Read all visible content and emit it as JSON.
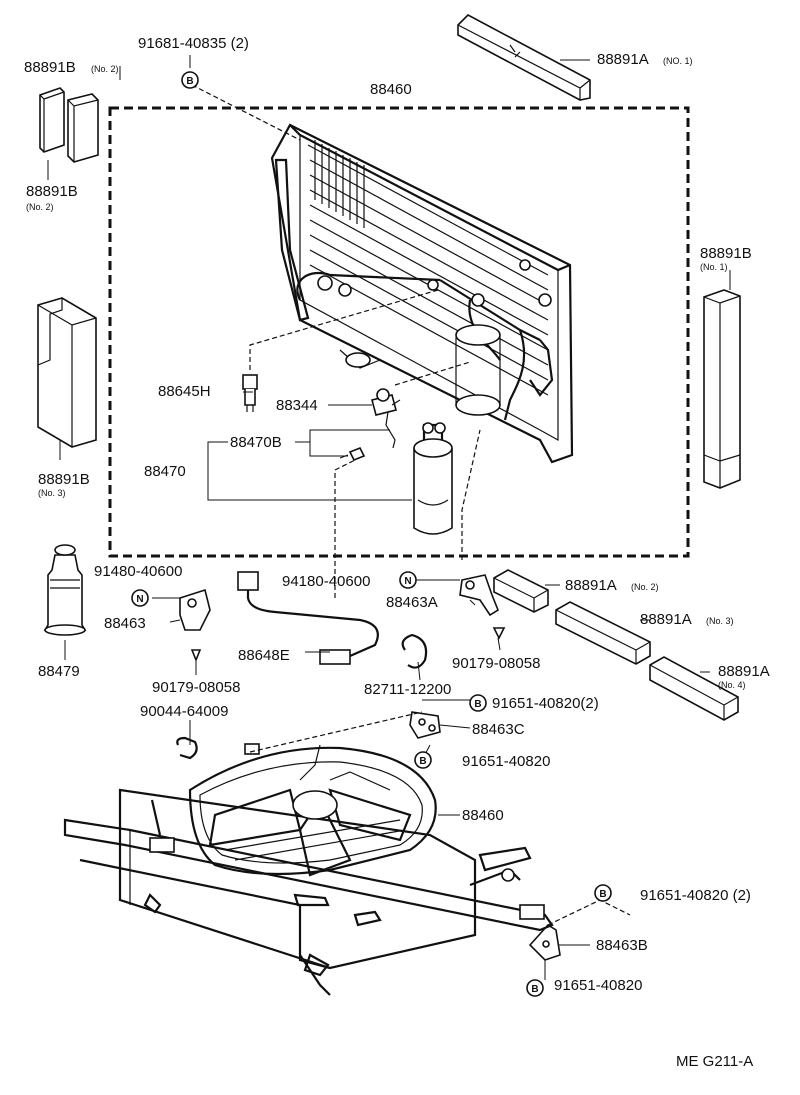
{
  "diagram": {
    "code": "ME G211-A",
    "labels": {
      "l_91681_40835": "91681-40835  (2)",
      "l_88891B_top": "88891B",
      "l_88891B_top_no": "(No. 2)",
      "l_88891A_no1": "88891A",
      "l_88891A_no1_no": "(NO. 1)",
      "l_88460_top": "88460",
      "l_88891B_left": "88891B",
      "l_88891B_left_no": "(No. 2)",
      "l_88891B_right": "88891B",
      "l_88891B_right_no": "(No. 1)",
      "l_88645H": "88645H",
      "l_88344": "88344",
      "l_88470B": "88470B",
      "l_88470": "88470",
      "l_88891B_no3": "88891B",
      "l_88891B_no3_no": "(No. 3)",
      "l_91480_40600": "91480-40600",
      "l_94180_40600": "94180-40600",
      "l_88891A_no2": "88891A",
      "l_88891A_no2_no": "(No. 2)",
      "l_88463A": "88463A",
      "l_88891A_no3": "88891A",
      "l_88891A_no3_no": "(No. 3)",
      "l_88463": "88463",
      "l_88479": "88479",
      "l_88648E": "88648E",
      "l_90179_08058_r": "90179-08058",
      "l_88891A_no4": "88891A",
      "l_88891A_no4_no": "(No. 4)",
      "l_90179_08058_l": "90179-08058",
      "l_82711_12200": "82711-12200",
      "l_90044_64009": "90044-64009",
      "l_91651_40820_2a": "91651-40820(2)",
      "l_88463C": "88463C",
      "l_91651_40820_a": "91651-40820",
      "l_88460_fan": "88460",
      "l_91651_40820_2b": "91651-40820  (2)",
      "l_88463B": "88463B",
      "l_91651_40820_b": "91651-40820"
    },
    "markers": {
      "bolt": "B",
      "nut": "N"
    }
  }
}
